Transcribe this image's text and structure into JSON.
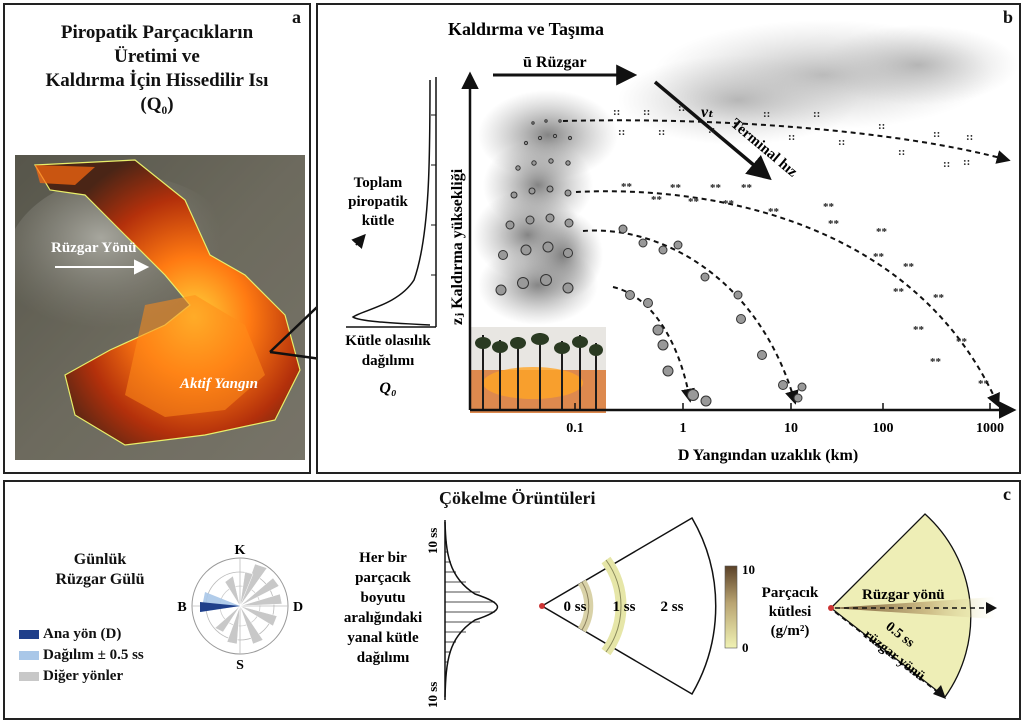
{
  "panel_a": {
    "label": "a",
    "title_line1": "Piropatik Parçacıkların",
    "title_line2": "Üretimi ve",
    "title_line3": "Kaldırma İçin Hissedilir Isı",
    "title_line4": "(Q₀)",
    "wind_label": "Rüzgar Yönü",
    "fire_label": "Aktif Yangın"
  },
  "panel_b": {
    "label": "b",
    "title": "Kaldırma ve Taşıma",
    "wind_label": "ū Rüzgar",
    "terminal_velocity_symbol": "vₜ",
    "terminal_velocity_label": "Terminal hız",
    "y_axis_label": "zⱼ Kaldırma yüksekliği",
    "x_axis_label": "D Yangından uzaklık (km)",
    "x_ticks": [
      "0.1",
      "1",
      "10",
      "100",
      "1000"
    ],
    "total_mass_label_line1": "Toplam",
    "total_mass_label_line2": "piropatik",
    "total_mass_label_line3": "kütle",
    "mass_dist_label_line1": "Kütle olasılık",
    "mass_dist_label_line2": "dağılımı",
    "q0_label": "Q₀"
  },
  "panel_c": {
    "label": "c",
    "title": "Çökelme Örüntüleri",
    "wind_rose_title_line1": "Günlük",
    "wind_rose_title_line2": "Rüzgar Gülü",
    "compass": {
      "n": "K",
      "s": "S",
      "e": "D",
      "w": "B"
    },
    "legend": [
      {
        "label": "Ana yön (D)",
        "color": "#1f3f8a"
      },
      {
        "label": "Dağılım ± 0.5 ss",
        "color": "#a9c7e8"
      },
      {
        "label": "Diğer yönler",
        "color": "#c8c8c8"
      }
    ],
    "lateral_text_line1": "Her bir",
    "lateral_text_line2": "parçacık",
    "lateral_text_line3": "boyutu",
    "lateral_text_line4": "aralığındaki",
    "lateral_text_line5": "yanal kütle",
    "lateral_text_line6": "dağılımı",
    "sd_top": "10 ss",
    "sd_bottom": "10 ss",
    "arc_labels": [
      "0 ss",
      "1 ss",
      "2 ss"
    ],
    "colorbar_title_line1": "Parçacık",
    "colorbar_title_line2": "kütlesi",
    "colorbar_title_line3": "(g/m²)",
    "colorbar_max": "10",
    "colorbar_min": "0",
    "wind_direction_label": "Rüzgar yönü",
    "half_sd_label_line1": "0.5 ss",
    "half_sd_label_line2": "rüzgar yönü"
  }
}
